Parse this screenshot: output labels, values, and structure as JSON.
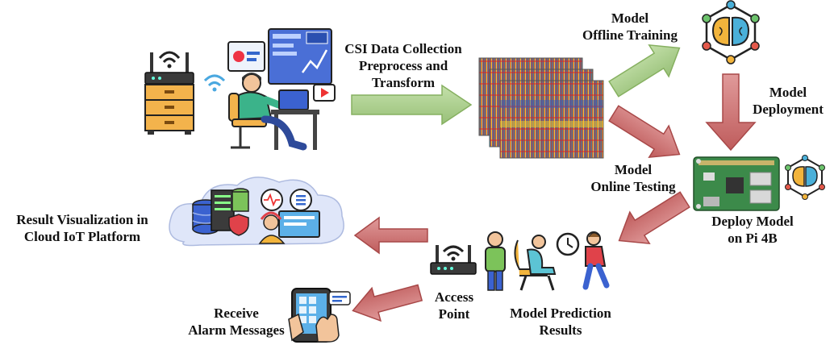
{
  "labels": {
    "collection": [
      "CSI Data Collection",
      "Preprocess and",
      "Transform"
    ],
    "offline": [
      "Model",
      "Offline Training"
    ],
    "deployment": [
      "Model",
      "Deployment"
    ],
    "online": [
      "Model",
      "Online Testing"
    ],
    "deploy_pi": [
      "Deploy Model",
      "on Pi 4B"
    ],
    "visualization": [
      "Result Visualization in",
      "Cloud IoT Platform"
    ],
    "access_point": [
      "Access",
      "Point"
    ],
    "prediction": [
      "Model Prediction",
      "Results"
    ],
    "alarm": [
      "Receive",
      "Alarm Messages"
    ]
  },
  "icons": [
    "router-icon",
    "engineer-workstation-icon",
    "csi-heatmap-icon",
    "ai-brain-icon",
    "raspberry-pi-icon",
    "cloud-platform-icon",
    "access-point-icon",
    "people-activity-icon",
    "smartphone-alarm-icon"
  ],
  "colors": {
    "green_arrow": "#a6cc86",
    "green_arrow_edge": "#86b060",
    "red_arrow": "#c96a6a",
    "red_arrow_edge": "#a84848",
    "cloud": "#dfe6f9"
  }
}
